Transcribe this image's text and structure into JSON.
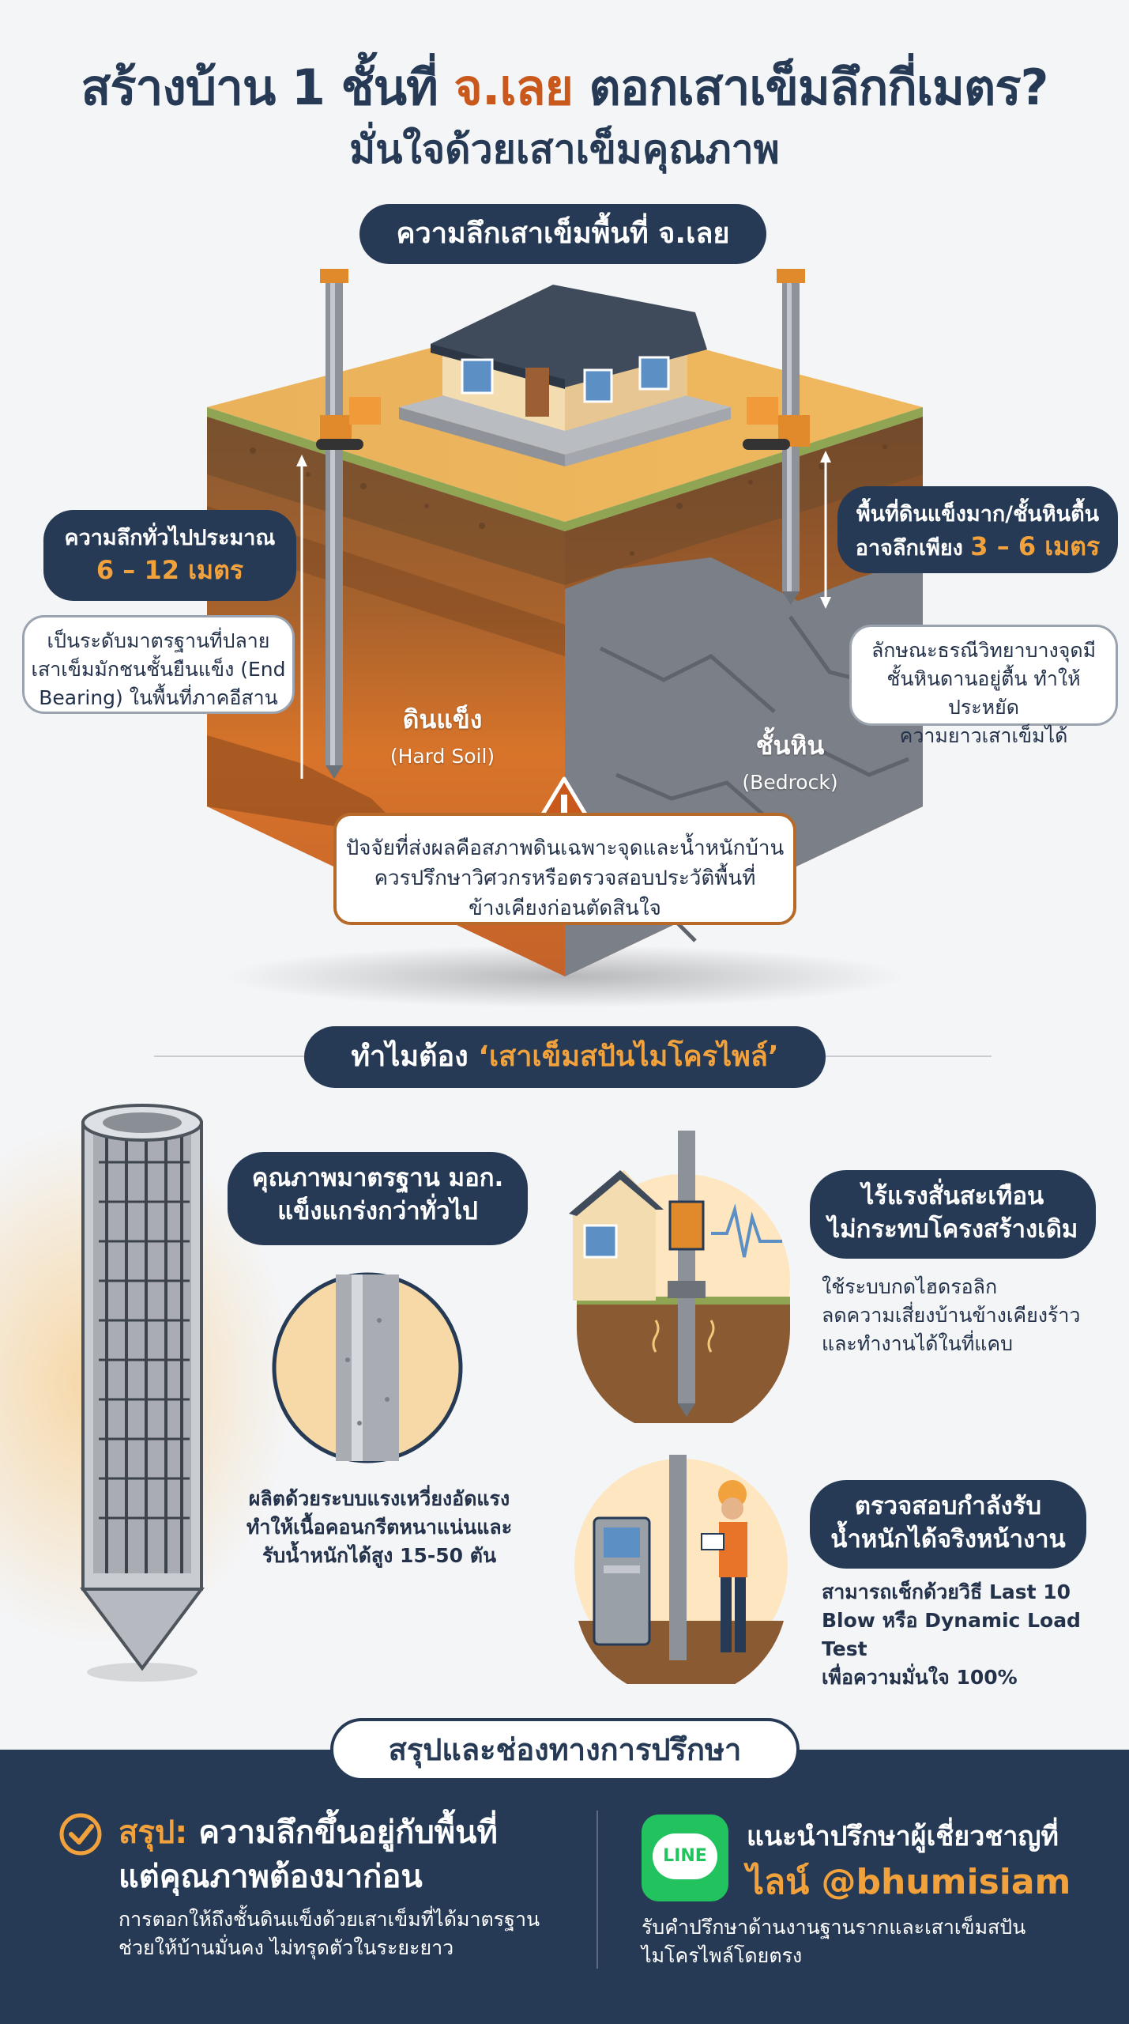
{
  "header": {
    "title_part1": "สร้างบ้าน 1 ชั้นที่ ",
    "title_highlight": "จ.เลย",
    "title_part2": " ตอกเสาเข็มลึกกี่เมตร?",
    "subtitle": "มั่นใจด้วยเสาเข็มคุณภาพ"
  },
  "section1": {
    "pill": "ความลึกเสาเข็มพื้นที่ จ.เลย",
    "left_dark_line1": "ความลึกทั่วไปประมาณ",
    "left_dark_value": "6 – 12 เมตร",
    "left_light_line1": "เป็นระดับมาตรฐานที่ปลาย",
    "left_light_line2": "เสาเข็มมักชนชั้นยืนแข็ง (End",
    "left_light_line3": "Bearing) ในพื้นที่ภาคอีสาน",
    "right_dark_line1": "พื้นที่ดินแข็งมาก/ชั้นหินตื้น",
    "right_dark_line2a": "อาจลึกเพียง ",
    "right_dark_value": "3 – 6 เมตร",
    "right_light_line1": "ลักษณะธรณีวิทยาบางจุดมี",
    "right_light_line2": "ชั้นหินดานอยู่ตื้น ทำให้ประหยัด",
    "right_light_line3": "ความยาวเสาเข็มได้",
    "hard_soil_th": "ดินแข็ง",
    "hard_soil_en": "(Hard Soil)",
    "bedrock_th": "ชั้นหิน",
    "bedrock_en": "(Bedrock)",
    "warn_line1": "ปัจจัยที่ส่งผลคือสภาพดินเฉพาะจุดและน้ำหนักบ้าน",
    "warn_line2": "ควรปรึกษาวิศวกรหรือตรวจสอบประวัติพื้นที่",
    "warn_line3": "ข้างเคียงก่อนตัดสินใจ"
  },
  "section2": {
    "pill_part1": "ทำไมต้อง ",
    "pill_highlight": "‘เสาเข็มสปันไมโครไพล์’",
    "quality_line1": "คุณภาพมาตรฐาน มอก.",
    "quality_line2": "แข็งแกร่งกว่าทั่วไป",
    "process_line1": "ผลิตด้วยระบบแรงเหวี่ยงอัดแรง",
    "process_line2": "ทำให้เนื้อคอนกรีตหนาแน่นและ",
    "process_line3": "รับน้ำหนักได้สูง 15-50 ตัน",
    "vib_line1": "ไร้แรงสั่นสะเทือน",
    "vib_line2": "ไม่กระทบโครงสร้างเดิม",
    "vib_desc1": "ใช้ระบบกดไฮดรอลิก",
    "vib_desc2": "ลดความเสี่ยงบ้านข้างเคียงร้าว",
    "vib_desc3": "และทำงานได้ในที่แคบ",
    "test_line1": "ตรวจสอบกำลังรับ",
    "test_line2": "น้ำหนักได้จริงหน้างาน",
    "test_desc1": "สามารถเช็กด้วยวิธี Last 10",
    "test_desc2": "Blow หรือ Dynamic Load Test",
    "test_desc3": "เพื่อความมั่นใจ 100%"
  },
  "footer": {
    "pill": "สรุปและช่องทางการปรึกษา",
    "summary_label": "สรุป:",
    "summary_title1": " ความลึกขึ้นอยู่กับพื้นที่",
    "summary_title2": "แต่คุณภาพต้องมาก่อน",
    "summary_body1": "การตอกให้ถึงชั้นดินแข็งด้วยเสาเข็มที่ได้มาตรฐาน",
    "summary_body2": "ช่วยให้บ้านมั่นคง ไม่ทรุดตัวในระยะยาว",
    "line_logo_text": "LINE",
    "consult_title": "แนะนำปรึกษาผู้เชี่ยวชาญที่",
    "line_id": "ไลน์ @bhumisiam",
    "consult_body1": "รับคำปรึกษาด้านงานฐานรากและเสาเข็มสปัน",
    "consult_body2": "ไมโครไพล์โดยตรง"
  },
  "colors": {
    "navy": "#263a55",
    "orange_accent": "#f2a23c",
    "title_highlight": "#c8581c",
    "line_green": "#22c35e"
  }
}
